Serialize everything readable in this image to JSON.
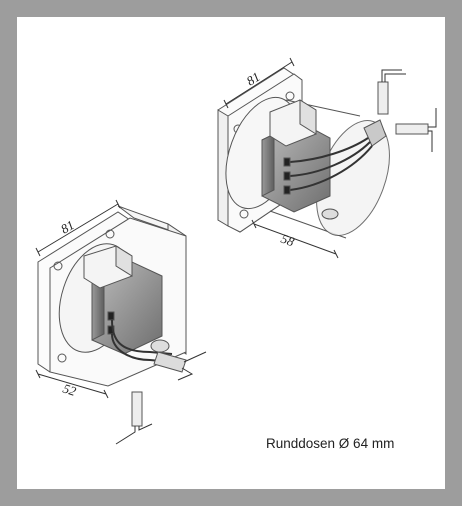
{
  "caption": "Runddosen Ø 64 mm",
  "dimensions": {
    "top_width": "81",
    "top_depth": "58",
    "bottom_width": "81",
    "bottom_depth": "52"
  },
  "colors": {
    "border": "#9d9d9d",
    "background": "#ffffff",
    "line": "#555555",
    "device": "#8a8a8a"
  }
}
